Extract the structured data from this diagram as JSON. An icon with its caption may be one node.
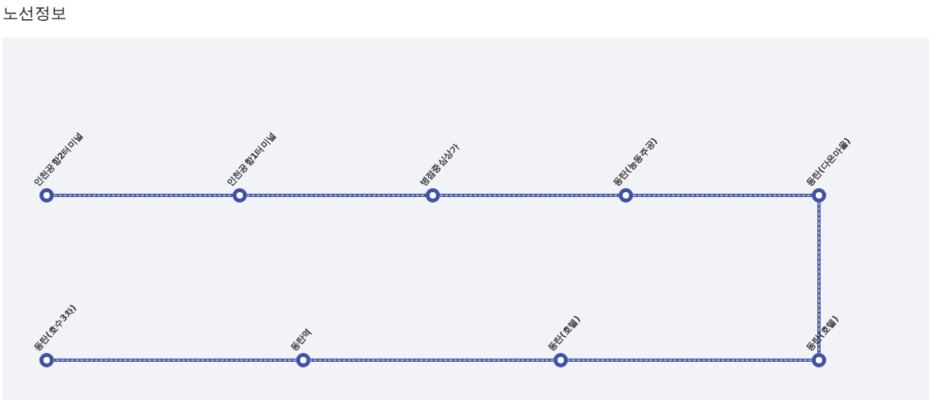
{
  "diagram": {
    "title": "노선정보",
    "nodes": [
      {
        "text": [
          "인천공항2터미널"
        ]
      },
      {
        "text": [
          "인천공항1터미널"
        ]
      },
      {
        "text": [
          "병점중심상가"
        ]
      },
      {
        "text": [
          "동탄(능동주공)"
        ]
      },
      {
        "text": [
          "동탄(다은마을)"
        ]
      },
      {
        "text": [
          "동탄(호텔)"
        ]
      },
      {
        "text": [
          "동탄(호텔)"
        ]
      },
      {
        "text": [
          "동탄역"
        ]
      },
      {
        "text": [
          "동탄(호수3차)"
        ]
      }
    ],
    "edges": [
      {
        "from": 0,
        "to": 1,
        "arrow": "none"
      },
      {
        "from": 1,
        "to": 2,
        "arrow": "none"
      },
      {
        "from": 2,
        "to": 3,
        "arrow": "none"
      },
      {
        "from": 3,
        "to": 4,
        "arrow": "none"
      },
      {
        "from": 4,
        "to": 5,
        "arrow": "none"
      },
      {
        "from": 5,
        "to": 6,
        "arrow": "none"
      },
      {
        "from": 6,
        "to": 7,
        "arrow": "none"
      },
      {
        "from": 7,
        "to": 8,
        "arrow": "none"
      }
    ]
  }
}
